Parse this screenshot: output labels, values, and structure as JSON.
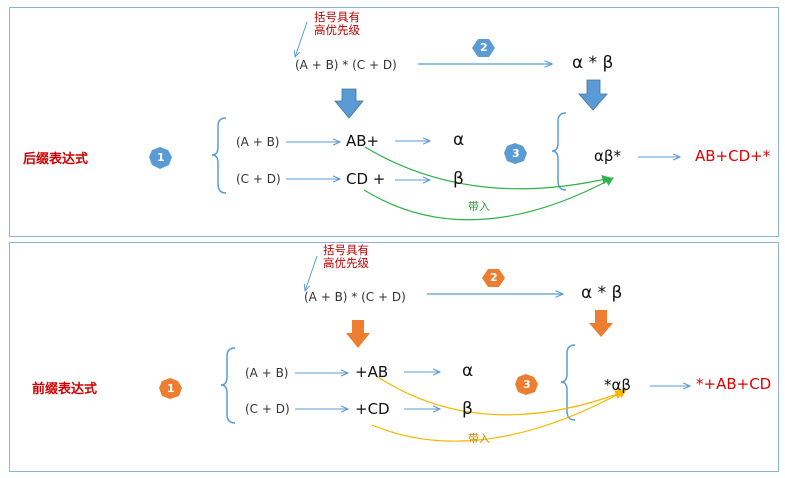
{
  "postfix": {
    "title": "后缀表达式",
    "note_line1": "括号具有",
    "note_line2": "高优先级",
    "expression": "(A + B) * (C + D)",
    "ab_term": "(A + B)",
    "cd_term": "(C + D)",
    "ab_result": "AB+",
    "cd_result": "CD +",
    "alpha": "α",
    "beta": "β",
    "alpha_times_beta": "α * β",
    "combined": "αβ*",
    "final": "AB+CD+*",
    "substitute_label": "带入",
    "badges": [
      "1",
      "2",
      "3"
    ],
    "accent_color": "#5b9bd5"
  },
  "prefix": {
    "title": "前缀表达式",
    "note_line1": "括号具有",
    "note_line2": "高优先级",
    "expression": "(A + B) * (C + D)",
    "ab_term": "(A + B)",
    "cd_term": "(C + D)",
    "ab_result": "+AB",
    "cd_result": "+CD",
    "alpha": "α",
    "beta": "β",
    "alpha_times_beta": "α * β",
    "combined": "*αβ",
    "final": "*+AB+CD",
    "substitute_label": "带入",
    "badges": [
      "1",
      "2",
      "3"
    ],
    "accent_color": "#ed7d31"
  }
}
